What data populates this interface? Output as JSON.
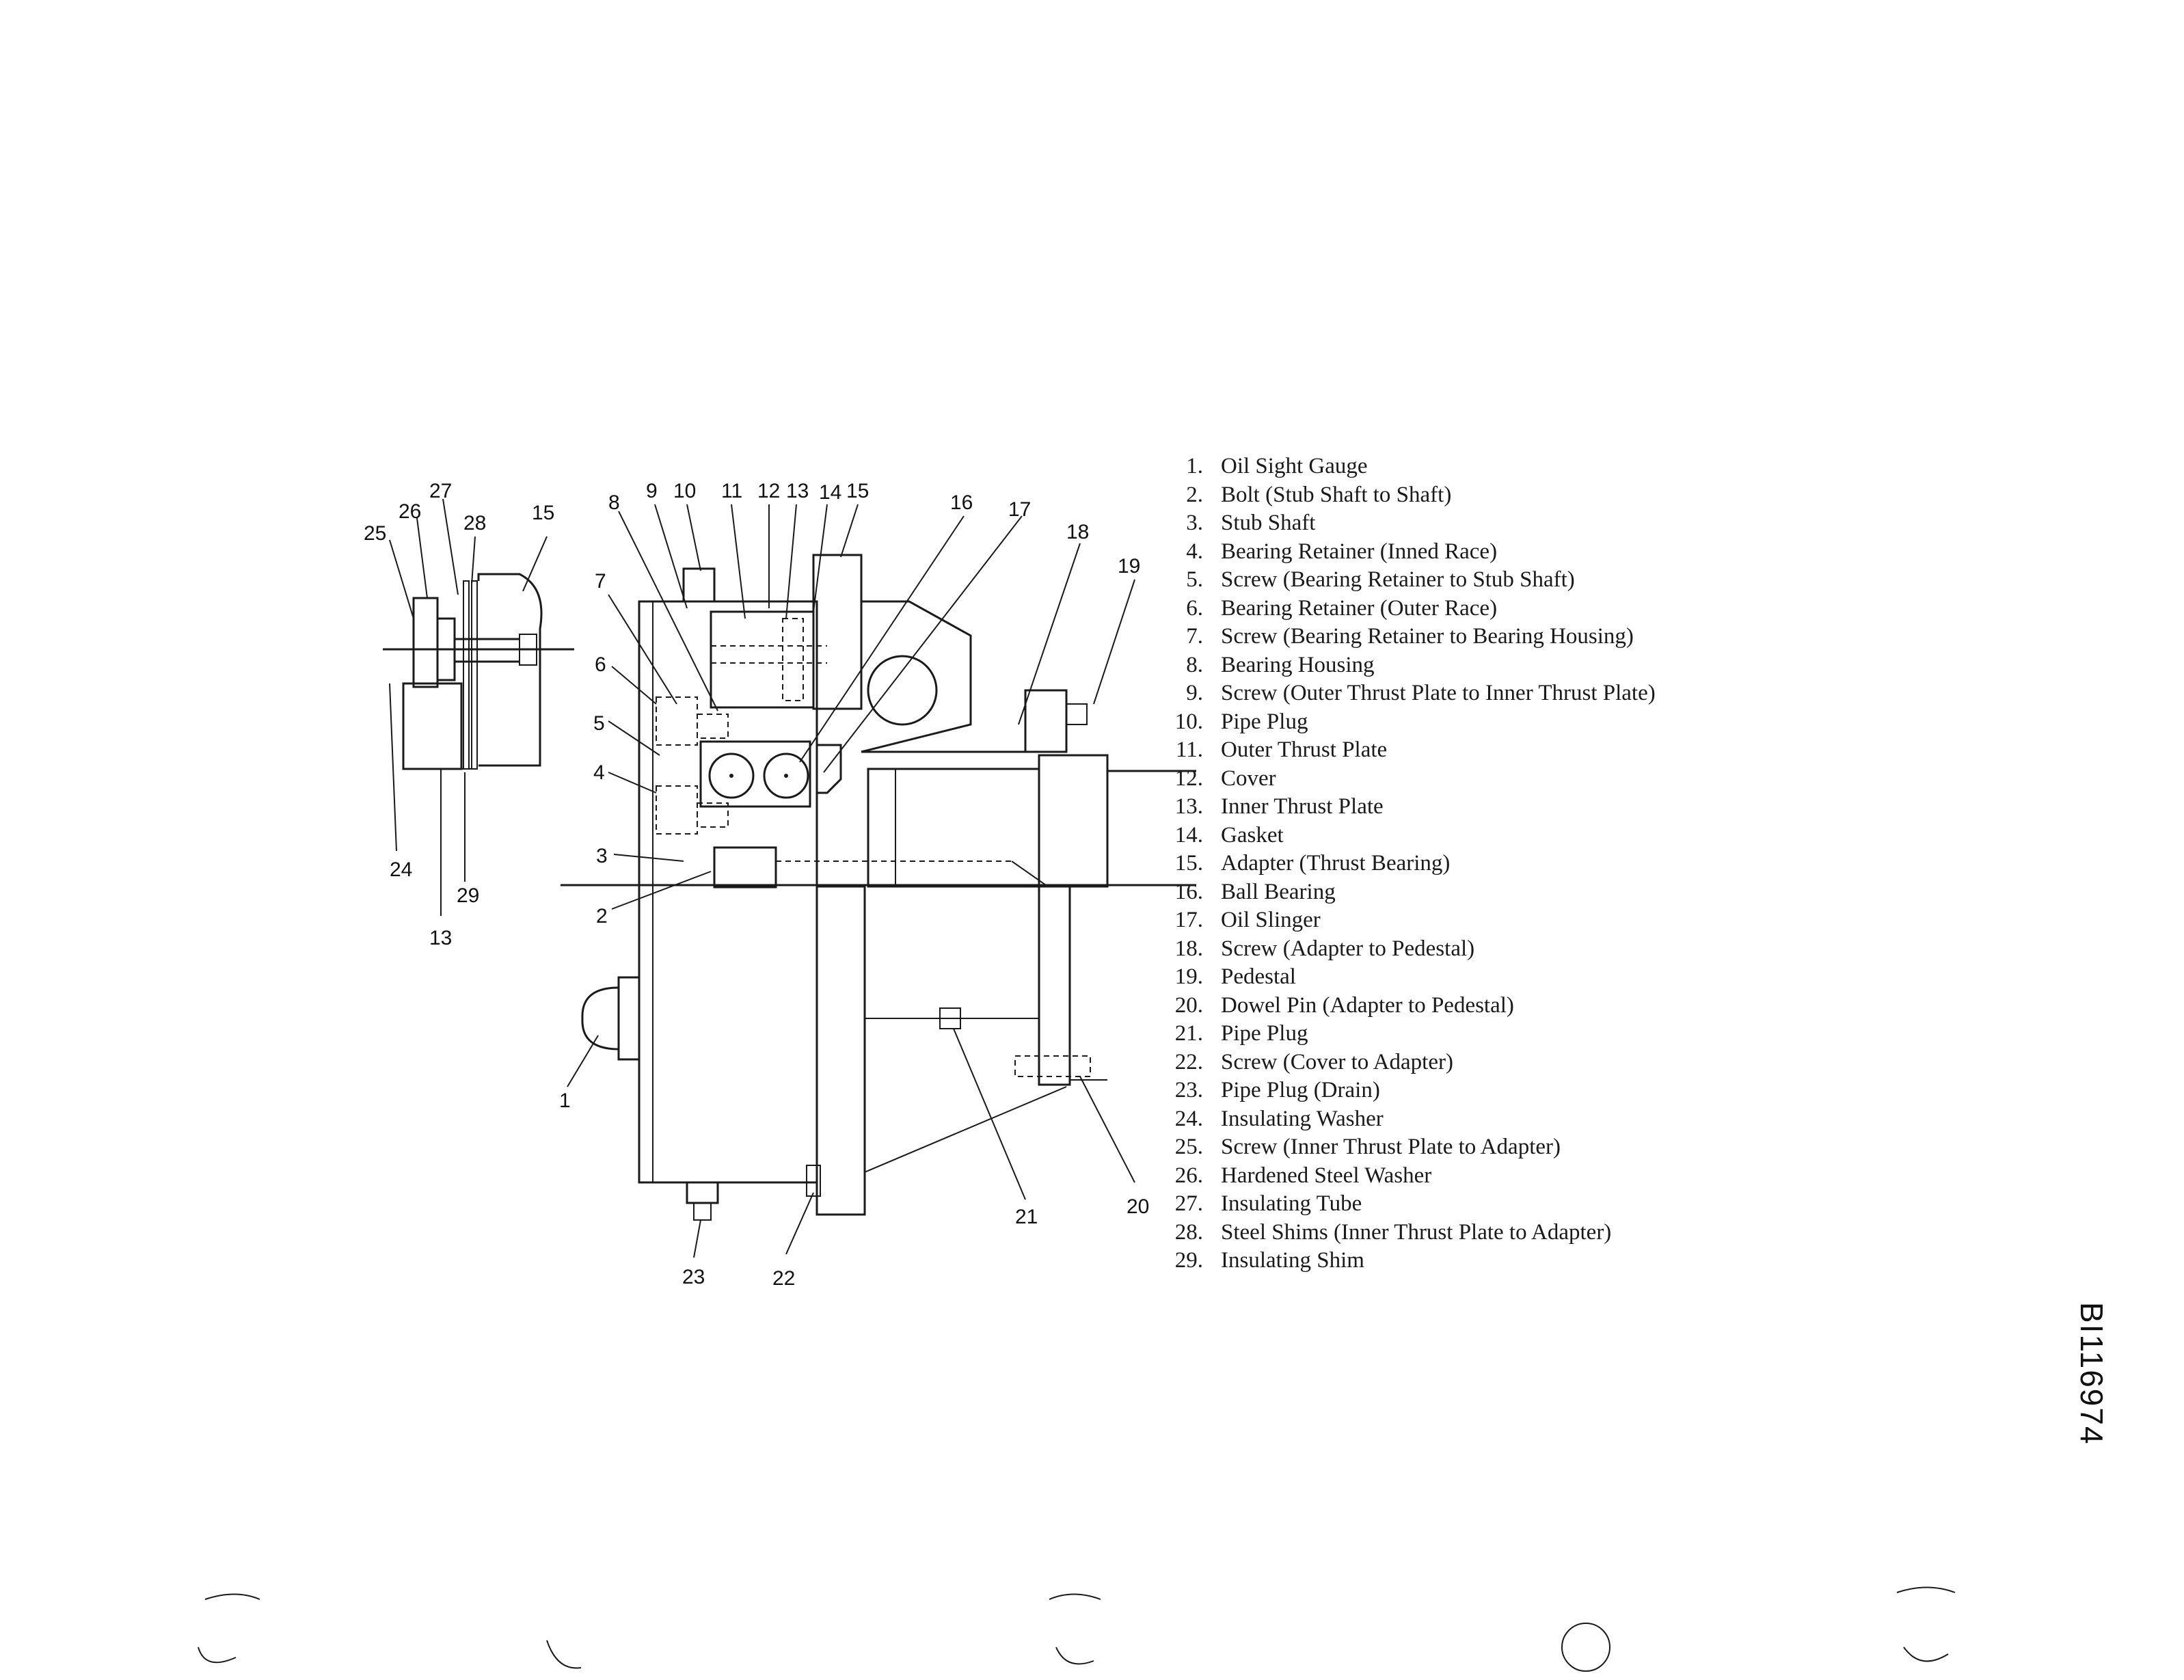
{
  "legend": [
    {
      "num": "1.",
      "text": "Oil Sight Gauge"
    },
    {
      "num": "2.",
      "text": "Bolt (Stub Shaft to Shaft)"
    },
    {
      "num": "3.",
      "text": "Stub Shaft"
    },
    {
      "num": "4.",
      "text": "Bearing Retainer (Inned Race)"
    },
    {
      "num": "5.",
      "text": "Screw (Bearing Retainer to Stub Shaft)"
    },
    {
      "num": "6.",
      "text": "Bearing Retainer (Outer Race)"
    },
    {
      "num": "7.",
      "text": "Screw (Bearing Retainer to Bearing Housing)"
    },
    {
      "num": "8.",
      "text": "Bearing Housing"
    },
    {
      "num": "9.",
      "text": "Screw (Outer Thrust Plate to Inner Thrust Plate)"
    },
    {
      "num": "10.",
      "text": "Pipe Plug"
    },
    {
      "num": "11.",
      "text": "Outer Thrust Plate"
    },
    {
      "num": "12.",
      "text": "Cover"
    },
    {
      "num": "13.",
      "text": "Inner Thrust Plate"
    },
    {
      "num": "14.",
      "text": "Gasket"
    },
    {
      "num": "15.",
      "text": "Adapter (Thrust Bearing)"
    },
    {
      "num": "16.",
      "text": "Ball Bearing"
    },
    {
      "num": "17.",
      "text": "Oil Slinger"
    },
    {
      "num": "18.",
      "text": "Screw (Adapter to Pedestal)"
    },
    {
      "num": "19.",
      "text": "Pedestal"
    },
    {
      "num": "20.",
      "text": "Dowel Pin (Adapter to Pedestal)"
    },
    {
      "num": "21.",
      "text": "Pipe Plug"
    },
    {
      "num": "22.",
      "text": "Screw (Cover to Adapter)"
    },
    {
      "num": "23.",
      "text": "Pipe Plug (Drain)"
    },
    {
      "num": "24.",
      "text": "Insulating Washer"
    },
    {
      "num": "25.",
      "text": "Screw (Inner Thrust Plate to Adapter)"
    },
    {
      "num": "26.",
      "text": "Hardened Steel Washer"
    },
    {
      "num": "27.",
      "text": "Insulating Tube"
    },
    {
      "num": "28.",
      "text": "Steel Shims (Inner Thrust Plate to Adapter)"
    },
    {
      "num": "29.",
      "text": "Insulating Shim"
    }
  ],
  "callouts": {
    "c1": "1",
    "c2": "2",
    "c3": "3",
    "c4": "4",
    "c5": "5",
    "c6": "6",
    "c7": "7",
    "c8": "8",
    "c9": "9",
    "c10": "10",
    "c11": "11",
    "c12": "12",
    "c13": "13",
    "c14": "14",
    "c15": "15",
    "c16": "16",
    "c17": "17",
    "c18": "18",
    "c19": "19",
    "c20": "20",
    "c21": "21",
    "c22": "22",
    "c23": "23",
    "c24": "24",
    "c25": "25",
    "c26": "26",
    "c27": "27",
    "c28": "28",
    "c29": "29",
    "detail13": "13",
    "detail15": "15"
  },
  "drawing_id": "BI116974"
}
